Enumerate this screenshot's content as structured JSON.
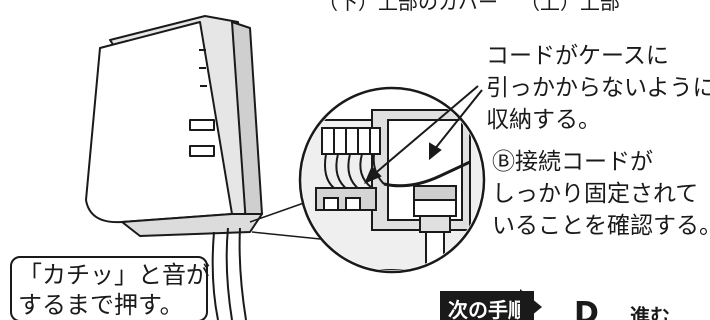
{
  "header_cut": {
    "lower_connector": "（下）上部のカバー",
    "upper_part": "（上）上部"
  },
  "callouts": {
    "cord_storage": [
      "コードがケースに",
      "引っかからないように",
      "収納する。"
    ],
    "cable_check": [
      "Ⓑ接続コードが",
      "しっかり固定されて",
      "いることを確認する。"
    ]
  },
  "speech_bubble": {
    "lines": [
      "「カチッ」と音が",
      "するまで押す。"
    ]
  },
  "next_step": {
    "badge": "次の手順",
    "action": "進む"
  },
  "colors": {
    "ink": "#1a1a1a",
    "paper": "#ffffff",
    "shade": "#cfcfcf"
  }
}
